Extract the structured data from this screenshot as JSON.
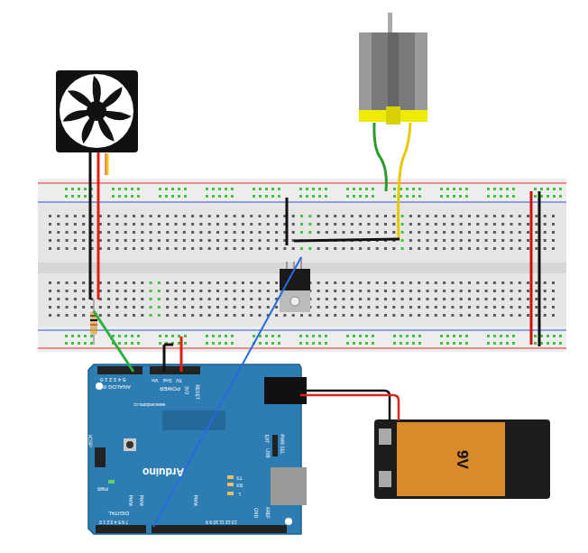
{
  "diagram": {
    "nodes": [
      {
        "text": [
          "Arduino"
        ]
      },
      {
        "text": [
          "9V"
        ]
      }
    ],
    "edges": [
      {
        "from": 0,
        "to": 1,
        "arrow": "none"
      },
      {
        "from": 0,
        "to": 1,
        "arrow": "none"
      }
    ],
    "labels": [
      "5 4 3 2 1 0",
      "ANALOG IN",
      "Vin",
      "Gnd",
      "5V",
      "POWER",
      "3V3",
      "RESET",
      "www.arduino.cc",
      "ICSP",
      "PWR",
      "TX",
      "RX",
      "L",
      "EXT",
      "USB",
      "PWR SEL",
      "PWM",
      "PWM",
      "PWM",
      "DIGITAL",
      "7 6 5 4 3 2 1 0",
      "13 12 11 10 9 8",
      "GND",
      "AREF"
    ]
  }
}
